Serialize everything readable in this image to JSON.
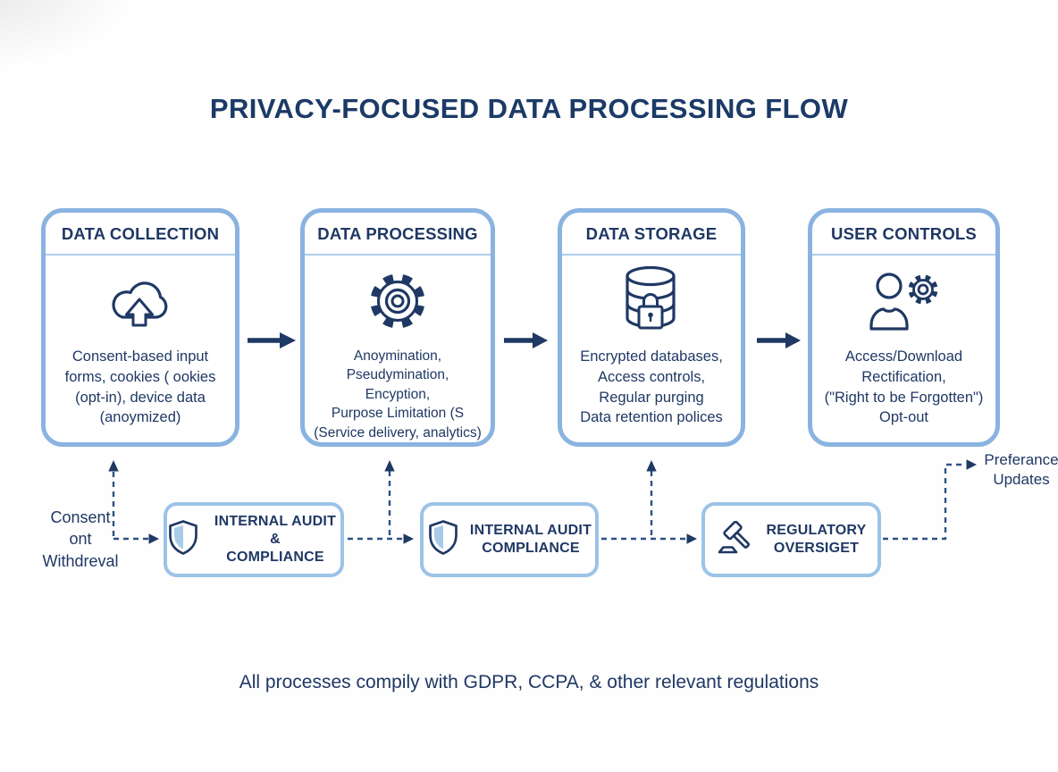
{
  "title": "PRIVACY-FOCUSED DATA PROCESSING FLOW",
  "colors": {
    "navy": "#1f3864",
    "box_border_blue": "#8ab3e0",
    "audit_border_blue": "#9cc3e8",
    "divider_blue": "#aecdec",
    "dashed_blue": "#2d5184",
    "shield_fill_blue": "#a9cbe9"
  },
  "stages": [
    {
      "header": "DATA COLLECTION",
      "icon": "cloud-upload-icon",
      "body": "Consent-based input\nforms, cookies ( ookies\n(opt-in), device data\n(anoymized)"
    },
    {
      "header": "DATA PROCESSING",
      "icon": "gear-icon",
      "body": "Anoymination,\nPseudymination,\nEncyption,\nPurpose Limitation (S\n(Service delivery, analytics)"
    },
    {
      "header": "DATA STORAGE",
      "icon": "database-lock-icon",
      "body": "Encrypted databases,\nAccess controls,\nRegular purging\nData retention polices"
    },
    {
      "header": "USER CONTROLS",
      "icon": "user-gear-icon",
      "body": "Access/Download\nRectification,\n(\"Right to be Forgotten\")\nOpt-out"
    }
  ],
  "audit_boxes": [
    {
      "label": "INTERNAL AUDIT &\nCOMPLIANCE",
      "icon": "shield-icon"
    },
    {
      "label": "INTERNAL AUDIT\nCOMPLIANCE",
      "icon": "shield-icon"
    },
    {
      "label": "REGULATORY\nOVERSIGET",
      "icon": "gavel-icon"
    }
  ],
  "annotations": {
    "consent_withdrawal": "Consent\nont\nWithdreval",
    "preference_updates": "Preferance\nUpdates"
  },
  "footer": "All processes compily with GDPR, CCPA, & other relevant regulations"
}
